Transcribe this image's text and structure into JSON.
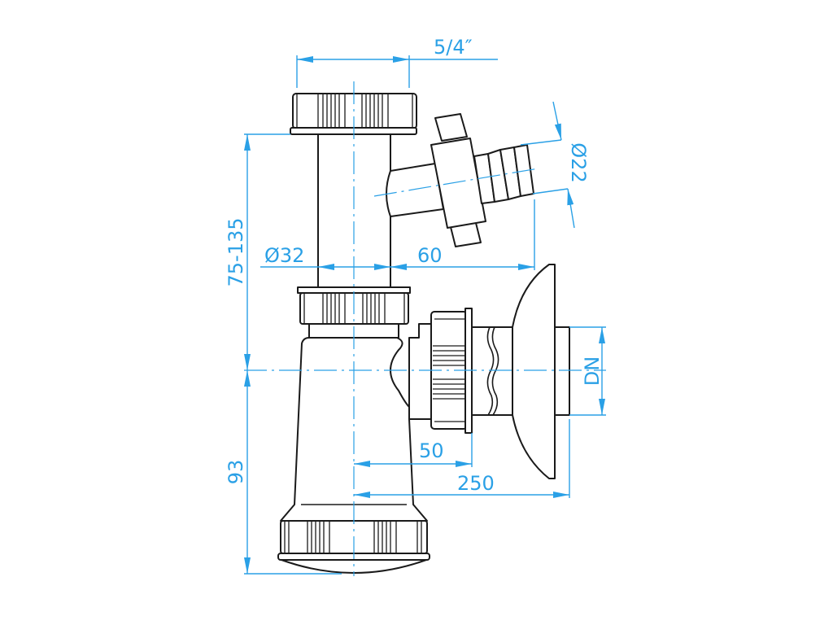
{
  "drawing": {
    "title": "Bottle siphon with side hose connector",
    "dimensions": {
      "thread": "5/4″",
      "height_range": "75-135",
      "pipe_diameter": "Ø32",
      "side_offset": "60",
      "hose_diameter": "Ø22",
      "outlet": "DN",
      "outlet_offset": "50",
      "wall_distance": "250",
      "bottom_height": "93"
    },
    "colors": {
      "dimension": "#2aa0e6",
      "outline": "#1a1a1a"
    }
  }
}
